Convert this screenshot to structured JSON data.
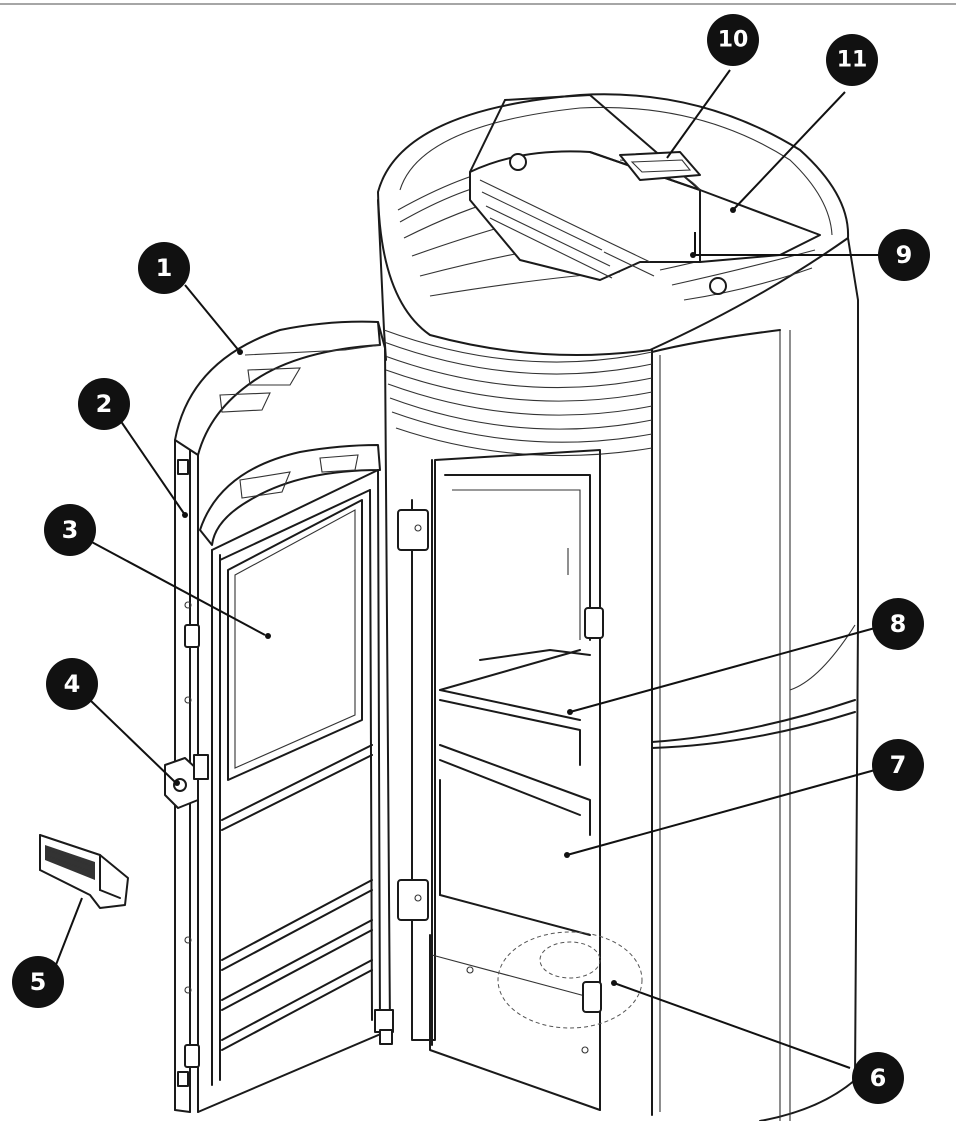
{
  "diagram": {
    "colors": {
      "line": "#1a1a1a",
      "badge_fill": "#111111",
      "badge_text": "#ffffff",
      "background": "#ffffff"
    },
    "callouts": [
      {
        "id": "1",
        "label": "1"
      },
      {
        "id": "2",
        "label": "2"
      },
      {
        "id": "3",
        "label": "3"
      },
      {
        "id": "4",
        "label": "4"
      },
      {
        "id": "5",
        "label": "5"
      },
      {
        "id": "6",
        "label": "6"
      },
      {
        "id": "7",
        "label": "7"
      },
      {
        "id": "8",
        "label": "8"
      },
      {
        "id": "9",
        "label": "9"
      },
      {
        "id": "10",
        "label": "10"
      },
      {
        "id": "11",
        "label": "11"
      }
    ]
  }
}
